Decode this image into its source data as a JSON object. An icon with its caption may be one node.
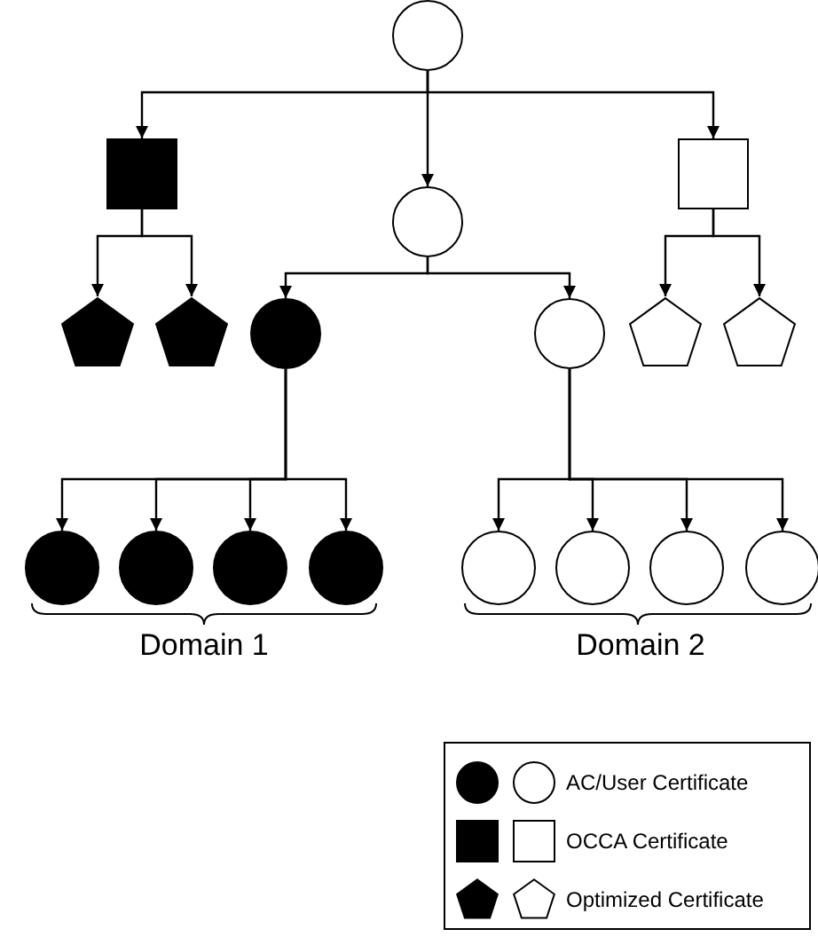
{
  "diagram": {
    "nodes": [
      {
        "text": [],
        "shape": "circle"
      },
      {
        "text": [],
        "shape": "box"
      },
      {
        "text": [],
        "shape": "circle"
      },
      {
        "text": [],
        "shape": "box"
      },
      {
        "text": [],
        "shape": "pentagon"
      },
      {
        "text": [],
        "shape": "pentagon"
      },
      {
        "text": [],
        "shape": "circle"
      },
      {
        "text": [],
        "shape": "circle"
      },
      {
        "text": [],
        "shape": "pentagon"
      },
      {
        "text": [],
        "shape": "pentagon"
      },
      {
        "text": [],
        "shape": "circle"
      },
      {
        "text": [],
        "shape": "circle"
      },
      {
        "text": [],
        "shape": "circle"
      },
      {
        "text": [],
        "shape": "circle"
      },
      {
        "text": [],
        "shape": "circle"
      },
      {
        "text": [],
        "shape": "circle"
      },
      {
        "text": [],
        "shape": "circle"
      },
      {
        "text": [],
        "shape": "circle"
      }
    ],
    "edges": [
      {
        "from": 0,
        "to": 1,
        "arrow": "to"
      },
      {
        "from": 0,
        "to": 2,
        "arrow": "to"
      },
      {
        "from": 0,
        "to": 3,
        "arrow": "to"
      },
      {
        "from": 1,
        "to": 4,
        "arrow": "to"
      },
      {
        "from": 1,
        "to": 5,
        "arrow": "to"
      },
      {
        "from": 2,
        "to": 6,
        "arrow": "to"
      },
      {
        "from": 2,
        "to": 7,
        "arrow": "to"
      },
      {
        "from": 3,
        "to": 8,
        "arrow": "to"
      },
      {
        "from": 3,
        "to": 9,
        "arrow": "to"
      },
      {
        "from": 6,
        "to": 10,
        "arrow": "to"
      },
      {
        "from": 6,
        "to": 11,
        "arrow": "to"
      },
      {
        "from": 6,
        "to": 12,
        "arrow": "to"
      },
      {
        "from": 6,
        "to": 13,
        "arrow": "to"
      },
      {
        "from": 7,
        "to": 14,
        "arrow": "to"
      },
      {
        "from": 7,
        "to": 15,
        "arrow": "to"
      },
      {
        "from": 7,
        "to": 16,
        "arrow": "to"
      },
      {
        "from": 7,
        "to": 17,
        "arrow": "to"
      }
    ],
    "labels": [
      "Domain 1",
      "Domain 2"
    ],
    "legend": [
      {
        "text": "AC/User Certificate"
      },
      {
        "text": "OCCA Certificate"
      },
      {
        "text": "Optimized Certificate"
      }
    ]
  }
}
